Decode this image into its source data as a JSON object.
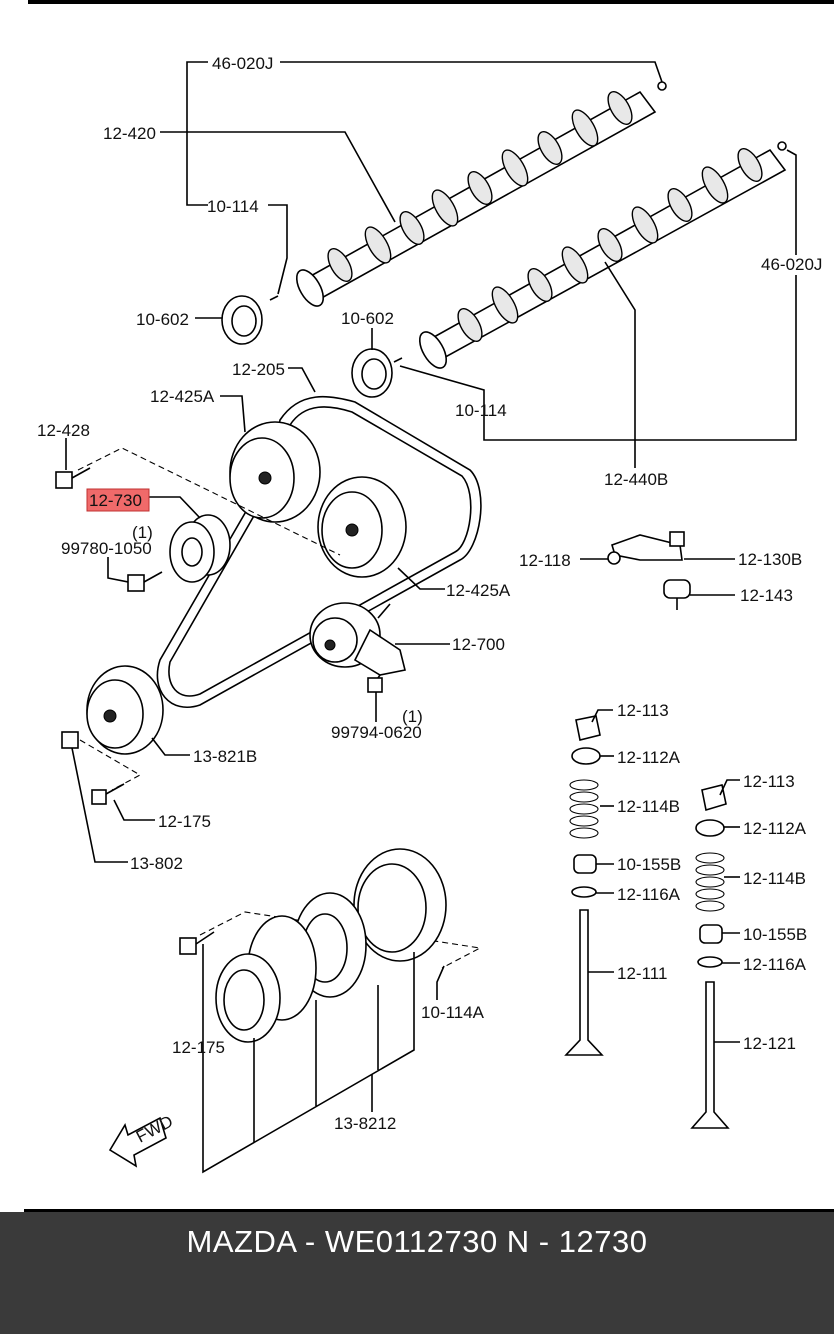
{
  "labels": {
    "l46020j_top": "46-020J",
    "l12420": "12-420",
    "l10114_a": "10-114",
    "l10602_a": "10-602",
    "l10602_b": "10-602",
    "l46020j_right": "46-020J",
    "l12205": "12-205",
    "l12425a_top": "12-425A",
    "l10114_b": "10-114",
    "l12428": "12-428",
    "l12730": "12-730",
    "l1_a": "(1)",
    "l99780": "99780-1050",
    "l12440b": "12-440B",
    "l12118": "12-118",
    "l12130b": "12-130B",
    "l12425a_bottom": "12-425A",
    "l12143": "12-143",
    "l12700": "12-700",
    "l1_b": "(1)",
    "l99794": "99794-0620",
    "l13821b": "13-821B",
    "l12113_a": "12-113",
    "l12112a_a": "12-112A",
    "l12113_b": "12-113",
    "l12114b_a": "12-114B",
    "l12112a_b": "12-112A",
    "l12175_a": "12-175",
    "l13802": "13-802",
    "l10155b_a": "10-155B",
    "l12114b_b": "12-114B",
    "l12116a_a": "12-116A",
    "l10155b_b": "10-155B",
    "l12111": "12-111",
    "l12116a_b": "12-116A",
    "l10114a": "10-114A",
    "l12175_b": "12-175",
    "l12121": "12-121",
    "l138212": "13-8212",
    "fwd": "FWD"
  },
  "highlight_color": "#f06a6a",
  "footer": {
    "title": "MAZDA - WE0112730    N - 12730",
    "background": "#3a3a3a",
    "text_color": "#ffffff"
  }
}
